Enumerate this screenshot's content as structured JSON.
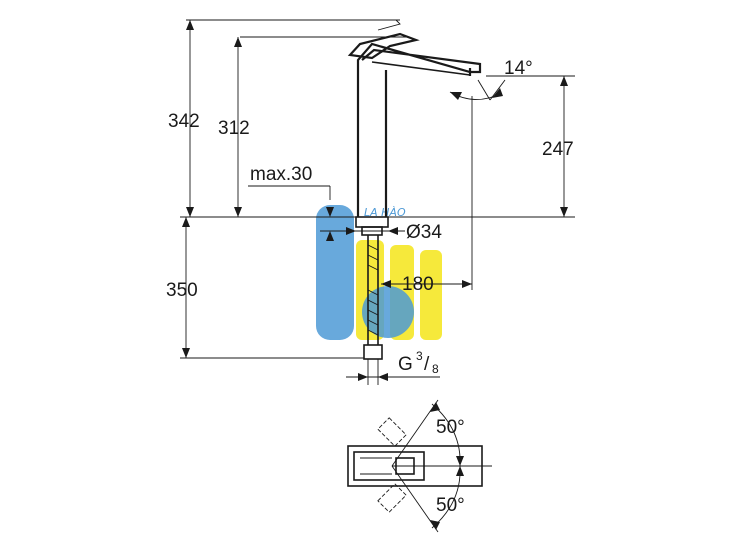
{
  "dimensions": {
    "total_height": "342",
    "spout_height": "312",
    "max_deck": "max.30",
    "hole_diameter": "Ø34",
    "under_deck": "350",
    "angle_spout": "14°",
    "outlet_height": "247",
    "reach": "180",
    "thread": "G",
    "thread_num": "3",
    "thread_den": "8",
    "rotation_top": "50°",
    "rotation_bottom": "50°"
  },
  "watermark": {
    "text": "LA HÀO",
    "colors": {
      "blue": "#3b8fd1",
      "yellow": "#f3e200"
    }
  }
}
